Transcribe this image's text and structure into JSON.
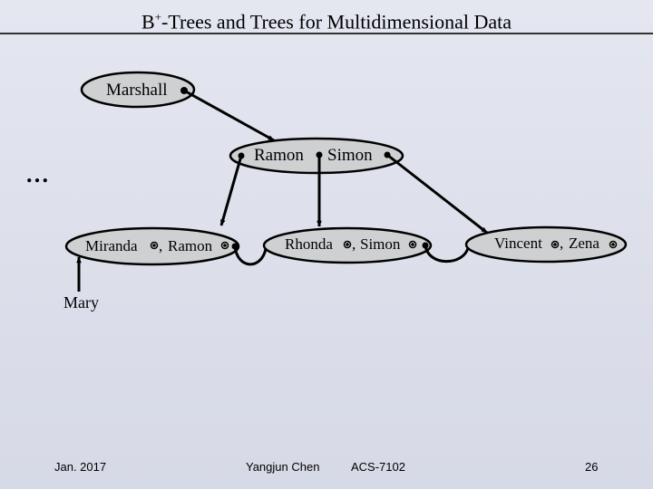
{
  "title": {
    "prefix": "B",
    "sup": "+",
    "rest": "-Trees and Trees for Multidimensional Data"
  },
  "ellipsis": "…",
  "nodes": {
    "root": {
      "key1": "Marshall"
    },
    "internal": {
      "key1": "Ramon",
      "key2": "Simon"
    },
    "leaf1": {
      "key1": "Miranda",
      "sep": ",",
      "key2": "Ramon"
    },
    "leaf2": {
      "key1": "Rhonda",
      "sep": ",",
      "key2": "Simon"
    },
    "leaf3": {
      "key1": "Vincent",
      "sep": ",",
      "key2": "Zena"
    }
  },
  "annotation": "Mary",
  "footer": {
    "date": "Jan. 2017",
    "author": "Yangjun Chen",
    "course": "ACS-7102",
    "page": "26"
  }
}
